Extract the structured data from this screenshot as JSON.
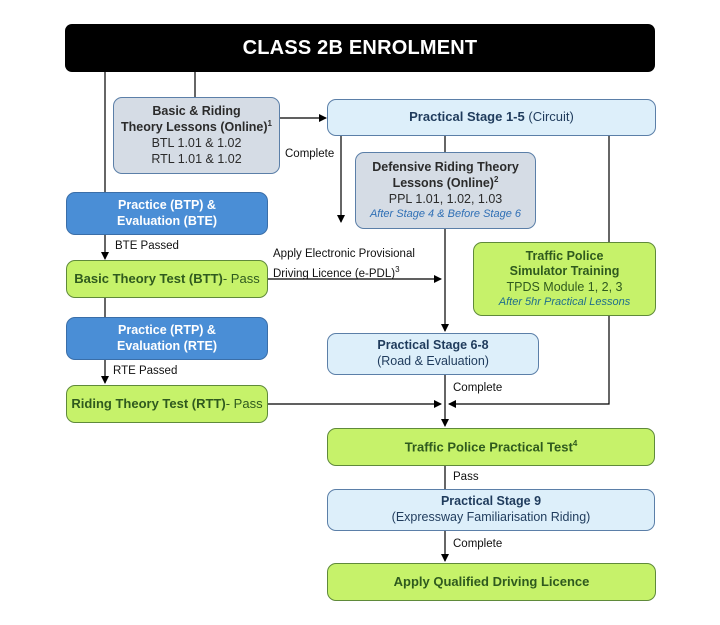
{
  "title": "CLASS 2B ENROLMENT",
  "nodes": {
    "basic_riding_theory": {
      "line1": "Basic & Riding",
      "line2": "Theory Lessons (Online)",
      "sup": "1",
      "line3": "BTL 1.01 & 1.02",
      "line4": "RTL 1.01 & 1.02"
    },
    "practical_1_5": {
      "bold": "Practical Stage 1-5",
      "normal": " (Circuit)"
    },
    "defensive_theory": {
      "line1": "Defensive Riding Theory",
      "line2": "Lessons (Online)",
      "sup": "2",
      "line3": "PPL 1.01, 1.02, 1.03",
      "note": "After Stage 4 & Before Stage 6"
    },
    "practice_btp": {
      "line1": "Practice (BTP)  &",
      "line2": "Evaluation (BTE)"
    },
    "btt": {
      "bold": "Basic Theory Test (BTT)",
      "normal": "- Pass"
    },
    "simulator": {
      "line1": "Traffic Police",
      "line2": "Simulator Training",
      "line3": "TPDS Module  1, 2, 3",
      "note": "After 5hr Practical Lessons"
    },
    "practice_rtp": {
      "line1": "Practice (RTP)  &",
      "line2": "Evaluation (RTE)"
    },
    "practical_6_8": {
      "line1": "Practical Stage 6-8",
      "line2": "(Road & Evaluation)"
    },
    "rtt": {
      "bold": "Riding Theory Test (RTT)",
      "normal": "- Pass"
    },
    "tp_practical_test": {
      "label": "Traffic Police Practical Test",
      "sup": "4"
    },
    "practical_9": {
      "line1": "Practical Stage 9",
      "line2": "(Expressway Familiarisation Riding)"
    },
    "qualified_licence": {
      "label": "Apply Qualified Driving Licence"
    }
  },
  "edge_labels": {
    "complete_1": "Complete",
    "bte_passed": "BTE Passed",
    "epdl_line1": "Apply Electronic Provisional",
    "epdl_line2": "Driving Licence (e-PDL)",
    "epdl_sup": "3",
    "rte_passed": "RTE Passed",
    "complete_2": "Complete",
    "pass": "Pass",
    "complete_3": "Complete"
  }
}
